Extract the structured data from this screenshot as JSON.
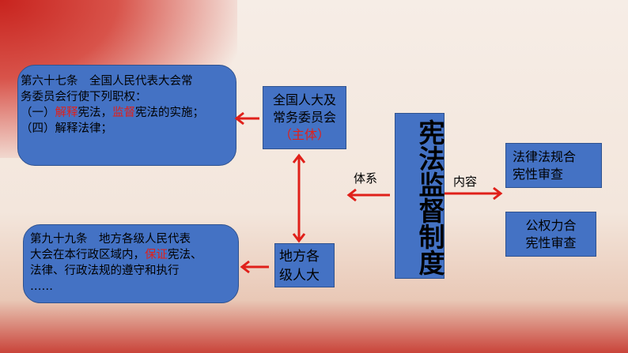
{
  "article67": {
    "line1": "第六十七条　全国人民代表大会常",
    "line2": "务委员会行使下列职权：",
    "item1_prefix": "（一）",
    "item1_red1": "解释",
    "item1_mid": "宪法，",
    "item1_red2": "监督",
    "item1_end": "宪法的实施；",
    "item4": "（四）解释法律；"
  },
  "article99": {
    "line1": "第九十九条　地方各级人民代表",
    "line2_a": "大会在本行政区域内，",
    "line2_red": "保证",
    "line2_b": "宪法、",
    "line3": "法律、行政法规的遵守和执行",
    "line4": "……"
  },
  "npc_box": {
    "line1": "全国人大及",
    "line2": "常务委员会",
    "subject": "（主体）"
  },
  "local_box": {
    "line1": "地方各",
    "line2": "级人大"
  },
  "center": {
    "title": "宪法监督制度"
  },
  "labels": {
    "system": "体系",
    "content": "内容"
  },
  "content_boxes": [
    {
      "line1": "法律法规合",
      "line2": "宪性审查"
    },
    {
      "line1": "公权力合",
      "line2": "宪性审查"
    }
  ],
  "colors": {
    "box": "#4472c4",
    "arrow": "#e0201a"
  }
}
